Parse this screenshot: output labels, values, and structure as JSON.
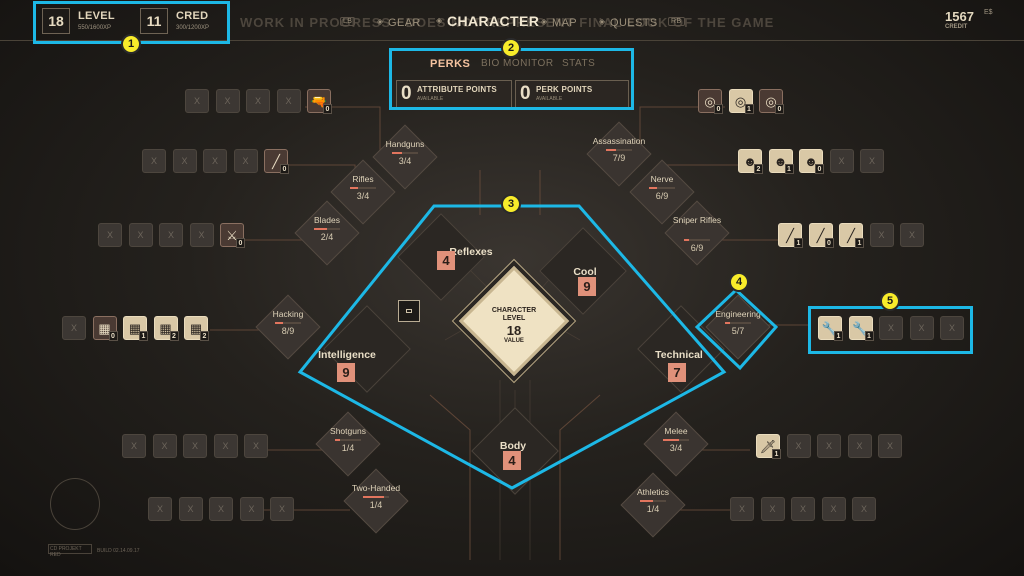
{
  "hud": {
    "level_value": "18",
    "level_label": "LEVEL",
    "level_xp": "550/1600XP",
    "cred_value": "11",
    "cred_label": "CRED",
    "cred_xp": "300/1200XP",
    "wip_text": "WORK IN PROGRESS · DOES NOT REPRESENT FINAL LOOK OF THE GAME",
    "credit_value": "1567",
    "credit_unit": "E$",
    "credit_label": "CREDIT"
  },
  "nav": {
    "left_key": "LB",
    "right_key": "RB",
    "items": [
      {
        "label": "GEAR",
        "active": false
      },
      {
        "label": "CHARACTER",
        "active": true
      },
      {
        "label": "MAP",
        "active": false
      },
      {
        "label": "QUESTS",
        "active": false
      }
    ]
  },
  "tabs": [
    {
      "label": "PERKS",
      "active": true
    },
    {
      "label": "BIO MONITOR",
      "active": false
    },
    {
      "label": "STATS",
      "active": false
    }
  ],
  "points": {
    "attribute_value": "0",
    "attribute_label": "ATTRIBUTE POINTS",
    "attribute_sub": "AVAILABLE",
    "perk_value": "0",
    "perk_label": "PERK POINTS",
    "perk_sub": "AVAILABLE"
  },
  "core": {
    "line1": "CHARACTER",
    "line2": "LEVEL",
    "value": "18",
    "sub": "VALUE"
  },
  "attributes": [
    {
      "id": "reflexes",
      "name": "Reflexes",
      "value": "4"
    },
    {
      "id": "cool",
      "name": "Cool",
      "value": "9"
    },
    {
      "id": "intelligence",
      "name": "Intelligence",
      "value": "9"
    },
    {
      "id": "technical",
      "name": "Technical",
      "value": "7"
    },
    {
      "id": "body",
      "name": "Body",
      "value": "4"
    }
  ],
  "skills": [
    {
      "id": "handguns",
      "name": "Handguns",
      "value": "3/4",
      "progress": 0.4
    },
    {
      "id": "rifles",
      "name": "Rifles",
      "value": "3/4",
      "progress": 0.3
    },
    {
      "id": "blades",
      "name": "Blades",
      "value": "2/4",
      "progress": 0.5
    },
    {
      "id": "hacking",
      "name": "Hacking",
      "value": "8/9",
      "progress": 0.3
    },
    {
      "id": "assassination",
      "name": "Assassination",
      "value": "7/9",
      "progress": 0.4
    },
    {
      "id": "nerve",
      "name": "Nerve",
      "value": "6/9",
      "progress": 0.3
    },
    {
      "id": "sniper-rifles",
      "name": "Sniper Rifles",
      "value": "6/9",
      "progress": 0.2
    },
    {
      "id": "engineering",
      "name": "Engineering",
      "value": "5/7",
      "progress": 0.2
    },
    {
      "id": "shotguns",
      "name": "Shotguns",
      "value": "1/4",
      "progress": 0.2
    },
    {
      "id": "two-handed",
      "name": "Two-Handed",
      "value": "1/4",
      "progress": 0.8
    },
    {
      "id": "melee",
      "name": "Melee",
      "value": "3/4",
      "progress": 0.6
    },
    {
      "id": "athletics",
      "name": "Athletics",
      "value": "1/4",
      "progress": 0.5
    }
  ],
  "perk_rows": [
    {
      "id": "handguns",
      "cells": [
        {
          "t": "X"
        },
        {
          "t": "X"
        },
        {
          "t": "X"
        },
        {
          "t": "X"
        },
        {
          "t": "pistol",
          "n": "0",
          "state": "sel"
        }
      ]
    },
    {
      "id": "rifles",
      "cells": [
        {
          "t": "X"
        },
        {
          "t": "X"
        },
        {
          "t": "X"
        },
        {
          "t": "X"
        },
        {
          "t": "rifle",
          "n": "0",
          "state": "sel"
        }
      ]
    },
    {
      "id": "blades",
      "cells": [
        {
          "t": "X"
        },
        {
          "t": "X"
        },
        {
          "t": "X"
        },
        {
          "t": "X"
        },
        {
          "t": "blade",
          "n": "0",
          "state": "sel"
        }
      ]
    },
    {
      "id": "hacking",
      "cells": [
        {
          "t": "X"
        },
        {
          "t": "chip",
          "n": "0",
          "state": "sel"
        },
        {
          "t": "chip",
          "n": "1",
          "state": "on"
        },
        {
          "t": "chip",
          "n": "2",
          "state": "on"
        },
        {
          "t": "chip",
          "n": "2",
          "state": "on"
        }
      ]
    },
    {
      "id": "shotguns",
      "cells": [
        {
          "t": "X"
        },
        {
          "t": "X"
        },
        {
          "t": "X"
        },
        {
          "t": "X"
        },
        {
          "t": "X"
        }
      ]
    },
    {
      "id": "two-handed",
      "cells": [
        {
          "t": "X"
        },
        {
          "t": "X"
        },
        {
          "t": "X"
        },
        {
          "t": "X"
        },
        {
          "t": "X"
        }
      ]
    },
    {
      "id": "assassination",
      "cells": [
        {
          "t": "target",
          "n": "0",
          "state": "sel"
        },
        {
          "t": "target",
          "n": "1",
          "state": "on"
        },
        {
          "t": "target",
          "n": "0",
          "state": "sel"
        }
      ]
    },
    {
      "id": "nerve",
      "cells": [
        {
          "t": "mask",
          "n": "2",
          "state": "on"
        },
        {
          "t": "mask",
          "n": "1",
          "state": "on"
        },
        {
          "t": "mask",
          "n": "0",
          "state": "on"
        },
        {
          "t": "X"
        },
        {
          "t": "X"
        }
      ]
    },
    {
      "id": "sniper-rifles",
      "cells": [
        {
          "t": "rifle",
          "n": "1",
          "state": "on"
        },
        {
          "t": "rifle",
          "n": "0",
          "state": "on"
        },
        {
          "t": "rifle",
          "n": "1",
          "state": "on"
        },
        {
          "t": "X"
        },
        {
          "t": "X"
        }
      ]
    },
    {
      "id": "engineering",
      "cells": [
        {
          "t": "wrench",
          "n": "1",
          "state": "on"
        },
        {
          "t": "wrench",
          "n": "1",
          "state": "on"
        },
        {
          "t": "X"
        },
        {
          "t": "X"
        },
        {
          "t": "X"
        }
      ]
    },
    {
      "id": "melee",
      "cells": [
        {
          "t": "knife",
          "n": "1",
          "state": "on"
        },
        {
          "t": "X"
        },
        {
          "t": "X"
        },
        {
          "t": "X"
        },
        {
          "t": "X"
        }
      ]
    },
    {
      "id": "athletics",
      "cells": [
        {
          "t": "X"
        },
        {
          "t": "X"
        },
        {
          "t": "X"
        },
        {
          "t": "X"
        },
        {
          "t": "X"
        }
      ]
    }
  ],
  "markers": [
    "1",
    "2",
    "3",
    "4",
    "5"
  ],
  "icons": {
    "X": "X",
    "pistol": "🔫",
    "rifle": "╱",
    "blade": "⚔",
    "chip": "▦",
    "target": "◎",
    "mask": "☻",
    "wrench": "🔧",
    "knife": "🗡"
  },
  "colors": {
    "accent": "#e2755e",
    "highlight": "#1db8e6",
    "marker": "#f8ec2a",
    "cream": "#efe2c3"
  },
  "footer": {
    "version_text": "BUILD 02.14.09.17",
    "logo_text": "CD PROJEKT RED"
  }
}
